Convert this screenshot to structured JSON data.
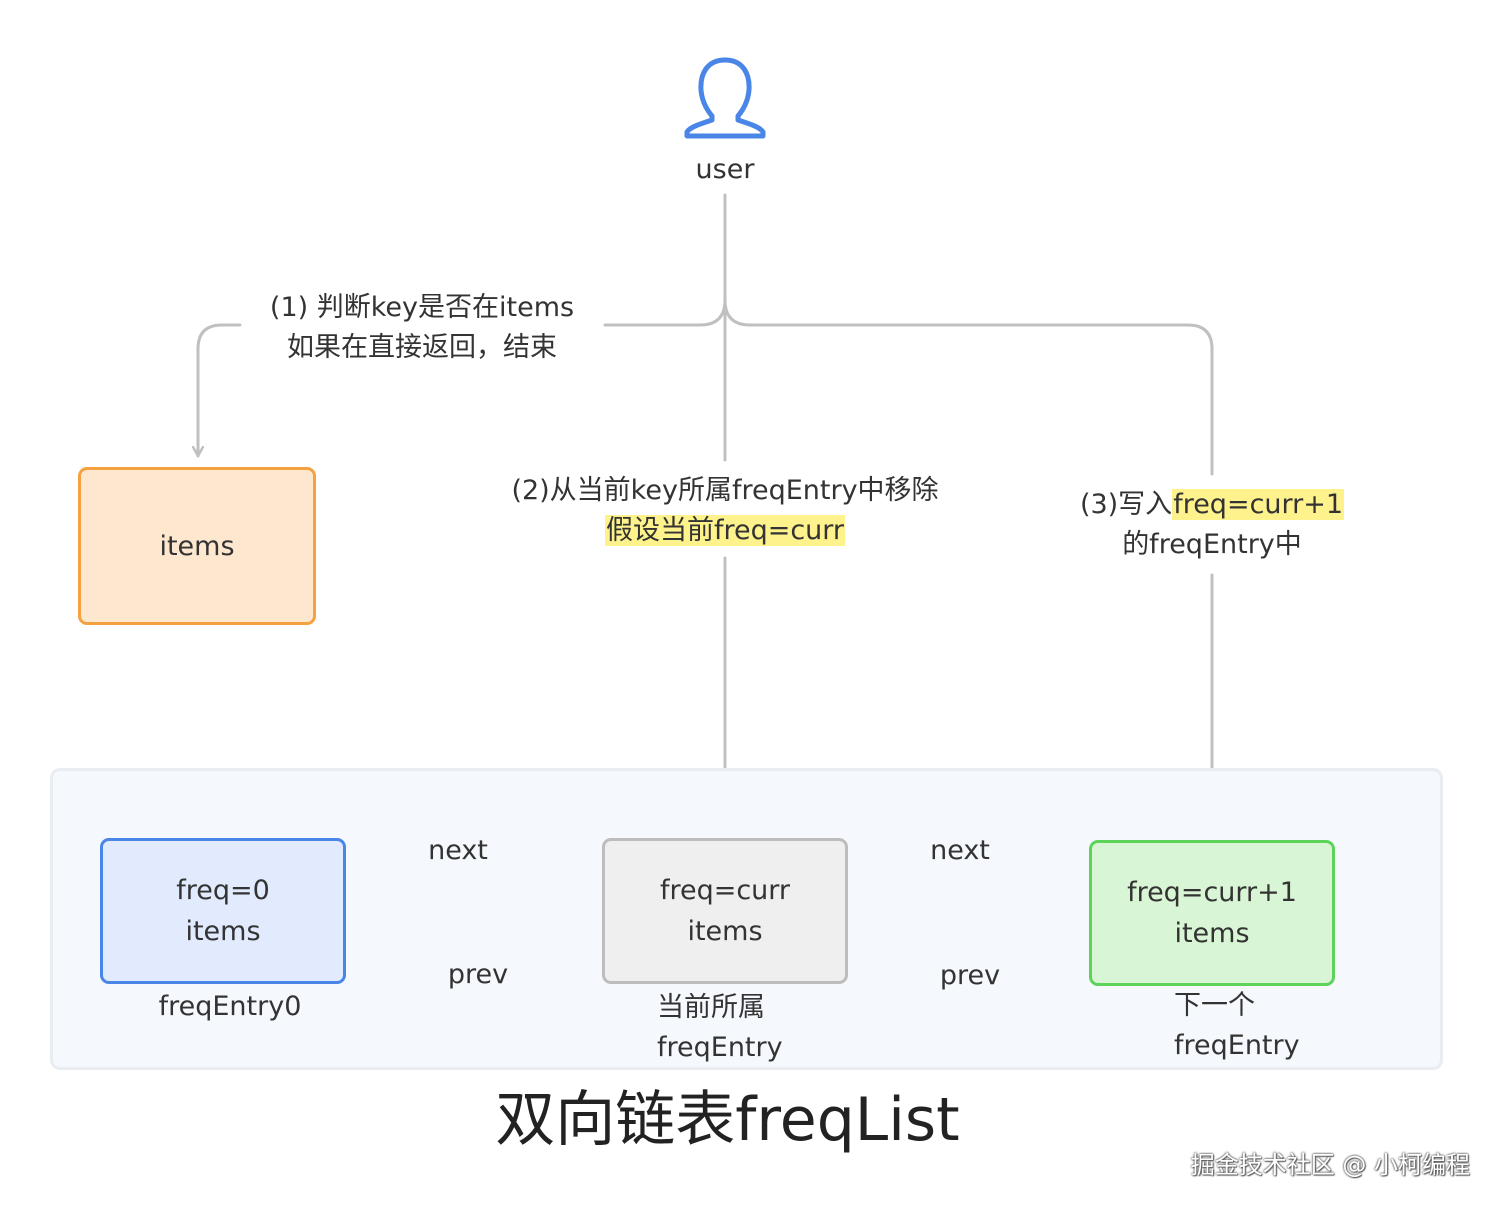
{
  "actor": {
    "label": "user",
    "icon": "user-icon",
    "color": "#4a86e8"
  },
  "steps": {
    "step1": {
      "line1": "(1) 判断key是否在items",
      "line2": "如果在直接返回，结束"
    },
    "step2": {
      "line1": "(2)从当前key所属freqEntry中移除",
      "line2": "假设当前freq=curr"
    },
    "step3": {
      "prefix": "(3)写入",
      "highlight": "freq=curr+1",
      "line2": "的freqEntry中"
    }
  },
  "items_box": {
    "label": "items",
    "fill": "#fde8cf",
    "border": "#f4a23f"
  },
  "freq_list": {
    "title": "双向链表freqList",
    "nodes": [
      {
        "line1": "freq=0",
        "line2": "items",
        "caption_line1": "freqEntry0",
        "caption_line2": "",
        "fill": "#e1ebfd",
        "border": "#4a86e8"
      },
      {
        "line1": "freq=curr",
        "line2": "items",
        "caption_line1": "当前所属",
        "caption_line2": "freqEntry",
        "fill": "#efefef",
        "border": "#bdbdbd"
      },
      {
        "line1": "freq=curr+1",
        "line2": "items",
        "caption_line1": "下一个",
        "caption_line2": "freqEntry",
        "fill": "#d8f6d5",
        "border": "#5ed35a"
      }
    ],
    "next_label": "next",
    "prev_label": "prev"
  },
  "colors": {
    "connector": "#c0c0c0",
    "highlight": "#fdf28c",
    "container_fill": "#f5f8fc",
    "container_border": "#e9edf2"
  },
  "watermark": "掘金技术社区 @ 小柯编程"
}
